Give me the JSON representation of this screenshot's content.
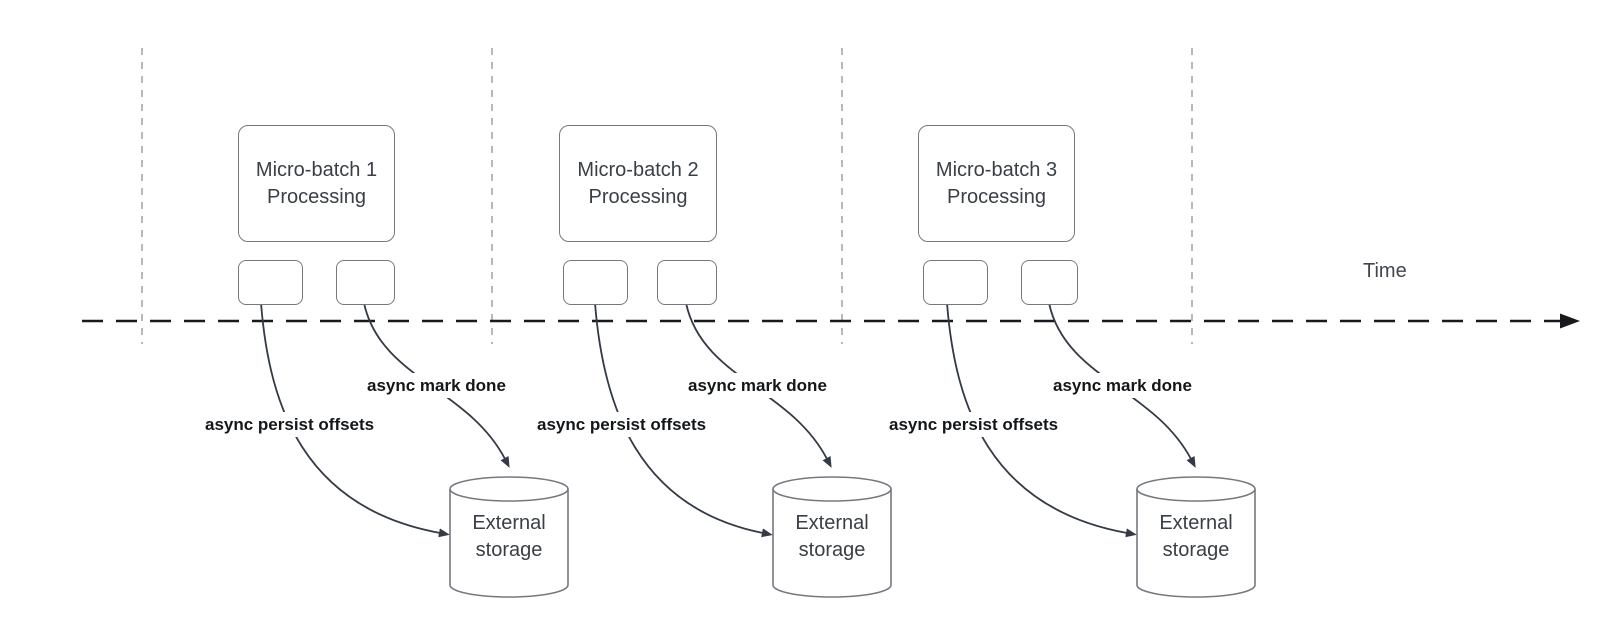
{
  "diagram_title": "micro-batch-processing-timeline",
  "timeline": {
    "label": "Time"
  },
  "groups": [
    {
      "title_line1": "Micro-batch 1",
      "title_line2": "Processing",
      "persist_label": "async persist offsets",
      "done_label": "async mark done",
      "storage_line1": "External",
      "storage_line2": "storage"
    },
    {
      "title_line1": "Micro-batch 2",
      "title_line2": "Processing",
      "persist_label": "async persist offsets",
      "done_label": "async mark done",
      "storage_line1": "External",
      "storage_line2": "storage"
    },
    {
      "title_line1": "Micro-batch 3",
      "title_line2": "Processing",
      "persist_label": "async persist offsets",
      "done_label": "async mark done",
      "storage_line1": "External",
      "storage_line2": "storage"
    }
  ],
  "colors": {
    "bg": "#ffffff",
    "axis": "#17191c",
    "guide": "#a6a6a6",
    "arrow": "#343b46",
    "shape-border": "#75797f",
    "shape-text": "#3a3f45",
    "label-text": "#14171a"
  }
}
